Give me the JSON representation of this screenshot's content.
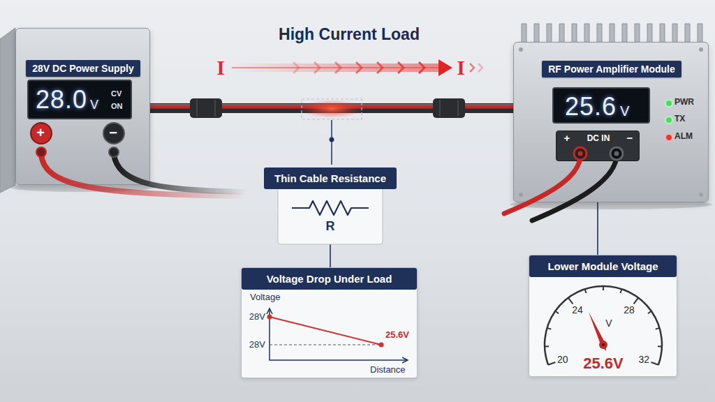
{
  "diagram": {
    "title": "High Current Load",
    "nodes": [
      {
        "text": [
          "28V DC Power Supply"
        ]
      },
      {
        "text": [
          "28.0",
          "V",
          "CV",
          "ON"
        ],
        "in": 0
      },
      {
        "text": [
          "RF Power Amplifier Module"
        ]
      },
      {
        "text": [
          "25.6",
          "V"
        ],
        "in": 2
      },
      {
        "text": [
          "+",
          "DC IN",
          "−"
        ],
        "in": 2
      },
      {
        "text": [
          "Thin Cable Resistance",
          "R"
        ]
      },
      {
        "text": [
          "Voltage Drop Under Load",
          "Voltage",
          "28V",
          "28V",
          "25.6V",
          "Distance"
        ]
      },
      {
        "text": [
          "Lower Module Voltage",
          "20",
          "24",
          "28",
          "32",
          "V",
          "25.6V"
        ]
      }
    ],
    "edges": [
      {
        "from": 0,
        "to": 2,
        "arrow": "none"
      },
      {
        "from": 5,
        "to": 6,
        "arrow": "none"
      },
      {
        "from": 4,
        "to": 7,
        "arrow": "none"
      }
    ],
    "labels": [
      "I",
      "I",
      "+",
      "−",
      "PWR",
      "TX",
      "ALM"
    ]
  }
}
